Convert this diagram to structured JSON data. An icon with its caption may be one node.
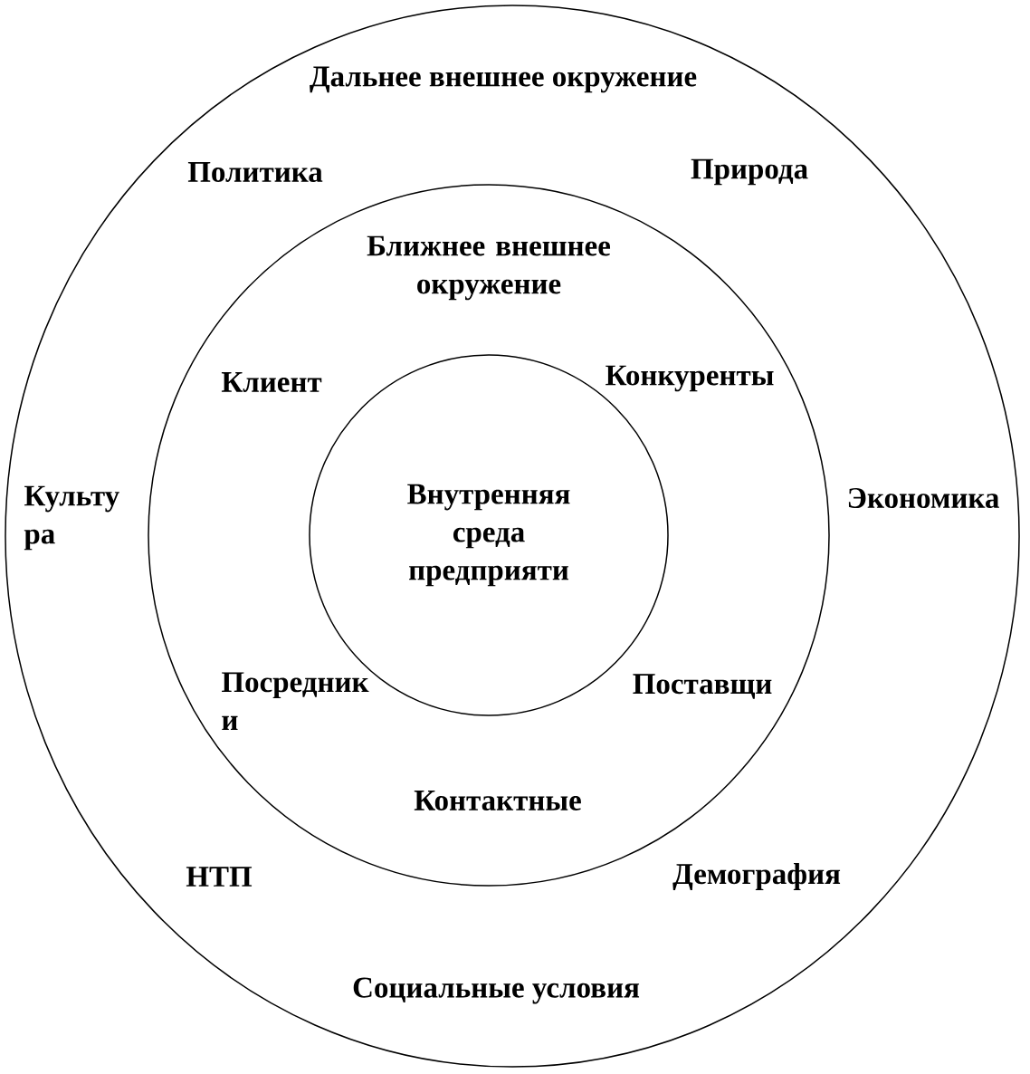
{
  "diagram": {
    "nodes": [
      {
        "text": [
          "Дальнее внешнее окружение",
          "Политика",
          "Природа",
          "Культу ра",
          "Экономика",
          "НТП",
          "Демография",
          "Социальные условия"
        ]
      },
      {
        "text": [
          "Ближнее внешнее окружение",
          "Клиент",
          "Конкуренты",
          "Посредник и",
          "Поставщи",
          "Контактные"
        ],
        "in": 0
      },
      {
        "text": [
          "Внутренняя среда предприяти"
        ],
        "in": 1
      }
    ]
  }
}
